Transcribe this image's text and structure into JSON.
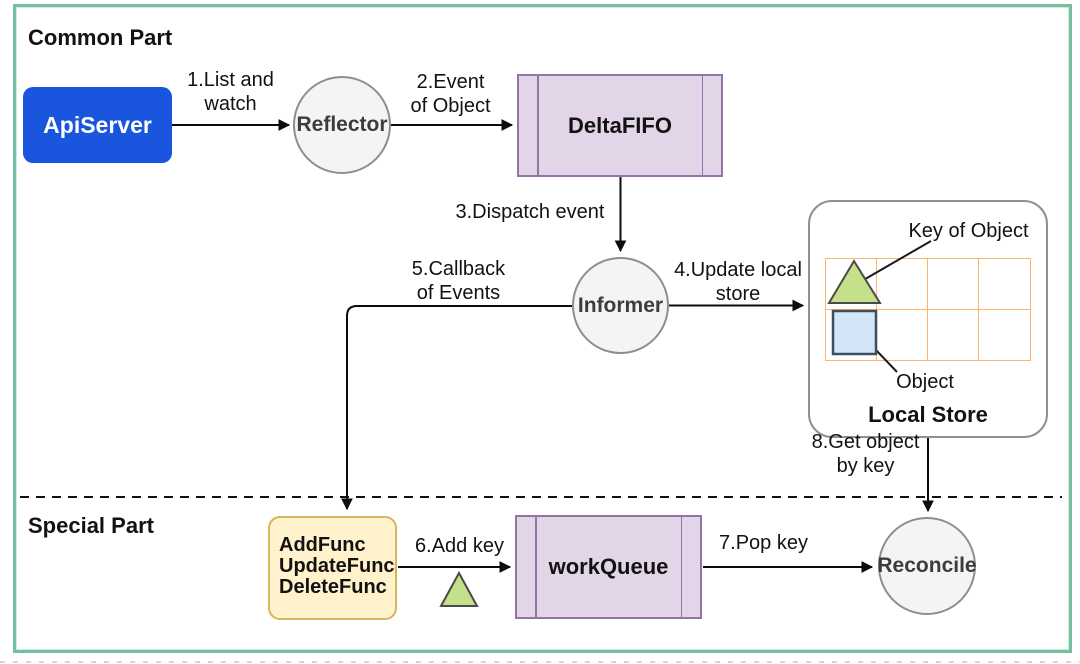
{
  "frame": {
    "border_color": "#74bf9e",
    "background": "#ffffff"
  },
  "sections": {
    "common_label": "Common Part",
    "special_label": "Special Part"
  },
  "nodes": {
    "api_server": {
      "label": "ApiServer",
      "fill": "#1a55dd",
      "text_color": "#ffffff"
    },
    "reflector": {
      "label": "Reflector",
      "fill": "#f4f4f4",
      "stroke": "#8e8e8e"
    },
    "delta_fifo": {
      "label": "DeltaFIFO",
      "fill": "#e1d5e7",
      "stroke": "#9673a6"
    },
    "informer": {
      "label": "Informer",
      "fill": "#f4f4f4",
      "stroke": "#8e8e8e"
    },
    "local_store": {
      "title": "Local Store",
      "key_annotation": "Key of Object",
      "object_annotation": "Object",
      "grid_columns": 4,
      "grid_rows": 2,
      "grid_line_color": "#ffb36b",
      "key_triangle_fill": "#c5e08a",
      "object_square_fill": "#d2e6f8"
    },
    "handlers": {
      "lines": [
        "AddFunc",
        "UpdateFunc",
        "DeleteFunc"
      ],
      "fill": "#fff2cc",
      "stroke": "#d6b656"
    },
    "work_queue": {
      "label": "workQueue",
      "fill": "#e1d5e7",
      "stroke": "#9673a6"
    },
    "reconcile": {
      "label": "Reconcile",
      "fill": "#f4f4f4",
      "stroke": "#8e8e8e"
    }
  },
  "edges": [
    {
      "step": 1,
      "from": "ApiServer",
      "to": "Reflector",
      "lines": [
        "1.List and",
        "watch"
      ]
    },
    {
      "step": 2,
      "from": "Reflector",
      "to": "DeltaFIFO",
      "lines": [
        "2.Event",
        "of Object"
      ]
    },
    {
      "step": 3,
      "from": "DeltaFIFO",
      "to": "Informer",
      "lines": [
        "3.Dispatch event"
      ]
    },
    {
      "step": 4,
      "from": "Informer",
      "to": "Local Store",
      "lines": [
        "4.Update local",
        "store"
      ]
    },
    {
      "step": 5,
      "from": "Informer",
      "to": "AddFunc/UpdateFunc/DeleteFunc",
      "lines": [
        "5.Callback",
        "of Events"
      ]
    },
    {
      "step": 6,
      "from": "AddFunc/UpdateFunc/DeleteFunc",
      "to": "workQueue",
      "lines": [
        "6.Add key"
      ]
    },
    {
      "step": 7,
      "from": "workQueue",
      "to": "Reconcile",
      "lines": [
        "7.Pop key"
      ]
    },
    {
      "step": 8,
      "from": "Local Store",
      "to": "Reconcile",
      "lines": [
        "8.Get object",
        "by key"
      ]
    }
  ],
  "divider": {
    "style": "dashed",
    "color": "#111111"
  },
  "arrow_color": "#0d0d0d"
}
